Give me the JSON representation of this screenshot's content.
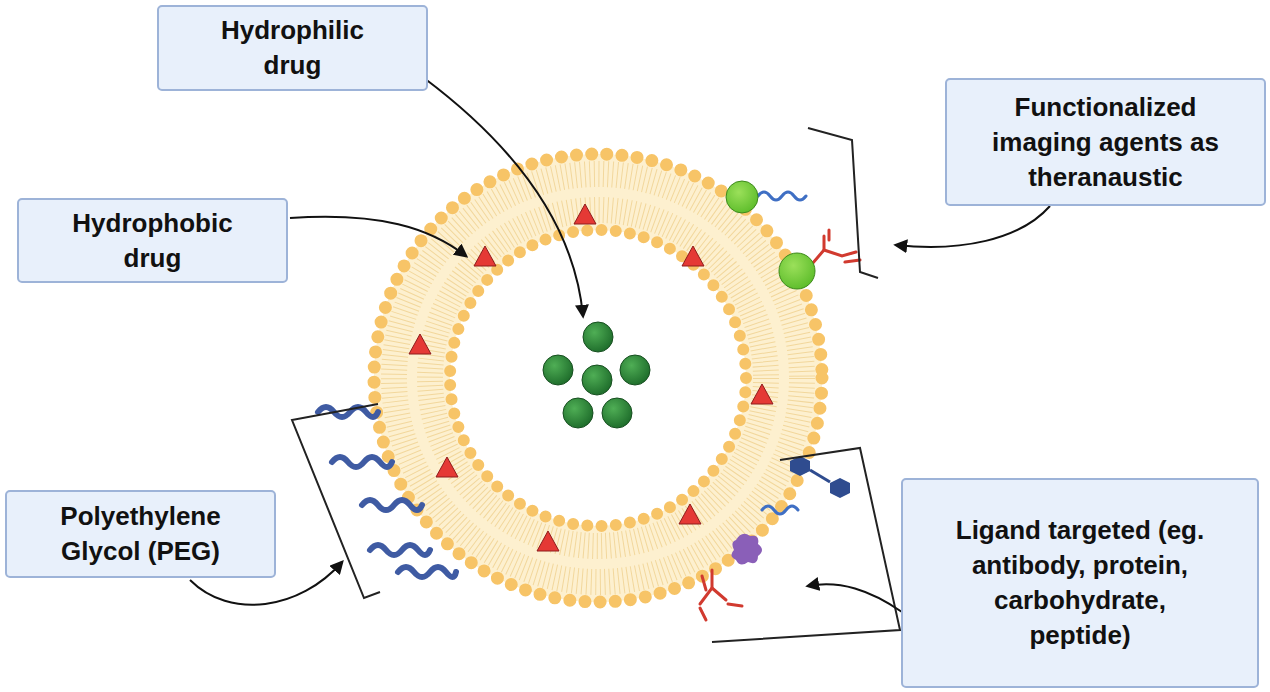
{
  "diagram": {
    "nodes": [
      {
        "text": [
          "Hydrophilic drug"
        ]
      },
      {
        "text": [
          "Functionalized imaging agents as theranaustic"
        ]
      },
      {
        "text": [
          "Hydrophobic drug"
        ]
      },
      {
        "text": [
          "Polyethylene Glycol (PEG)"
        ]
      },
      {
        "text": [
          "Ligand targeted (eg. antibody, protein, carbohydrate, peptide)"
        ]
      }
    ]
  }
}
